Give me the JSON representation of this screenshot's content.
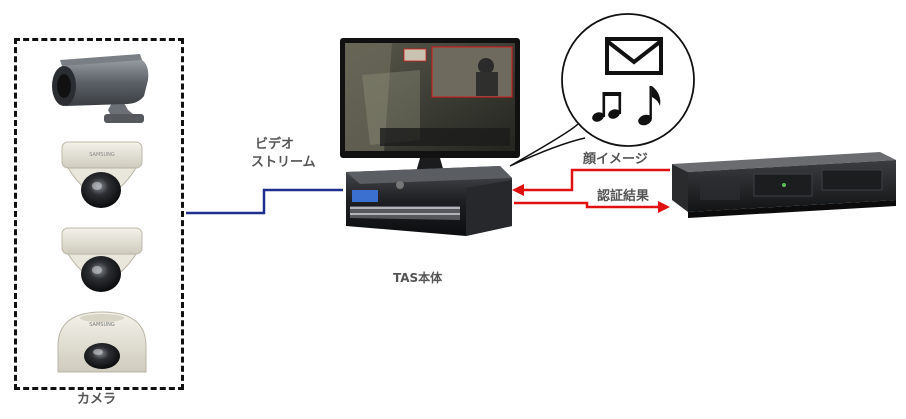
{
  "labels": {
    "video_stream_line1": "ビデオ",
    "video_stream_line2": "ストリーム",
    "face_image": "顔イメージ",
    "auth_result": "認証結果",
    "tas_unit": "TAS本体",
    "camera": "カメラ"
  },
  "logo_text": "SAMSUNG",
  "colors": {
    "video_line": "#1f2f8f",
    "arrow": "#e01010",
    "dashed_border": "#111111"
  },
  "icons": [
    "envelope-icon",
    "music-note-icon",
    "eighth-note-icon"
  ]
}
